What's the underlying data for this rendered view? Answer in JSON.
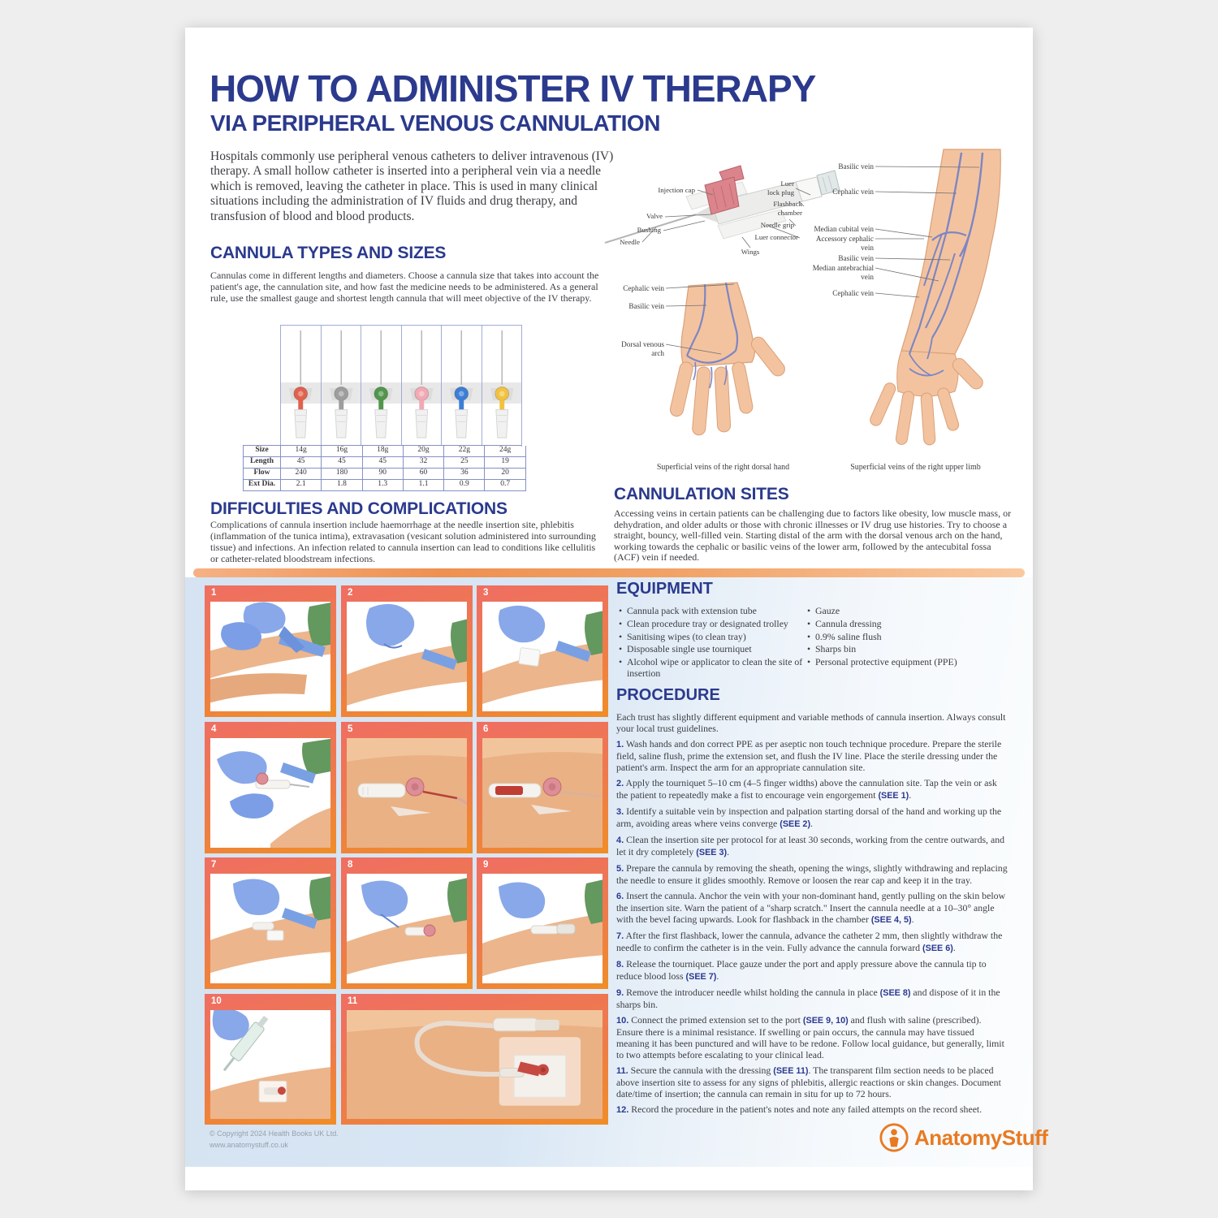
{
  "poster": {
    "title": "HOW TO ADMINISTER IV THERAPY",
    "subtitle": "VIA PERIPHERAL VENOUS CANNULATION",
    "intro": "Hospitals commonly use peripheral venous catheters to deliver intravenous (IV) therapy. A small hollow catheter is inserted into a peripheral vein via a needle which is removed, leaving the catheter in place. This is used in many clinical situations including the administration of IV fluids and drug therapy, and transfusion of blood and blood products."
  },
  "cannula_types": {
    "heading": "CANNULA TYPES AND SIZES",
    "body": "Cannulas come in different lengths and diameters. Choose a cannula size that takes into account the patient's age, the cannulation site, and how fast the medicine needs to be administered. As a general rule, use the smallest gauge and shortest length cannula that will meet objective of the IV therapy.",
    "table": {
      "row_headers": [
        "Size",
        "Length",
        "Flow",
        "Ext Dia."
      ],
      "sizes": [
        "14g",
        "16g",
        "18g",
        "20g",
        "22g",
        "24g"
      ],
      "lengths": [
        "45",
        "45",
        "45",
        "32",
        "25",
        "19"
      ],
      "flows": [
        "240",
        "180",
        "90",
        "60",
        "36",
        "20"
      ],
      "ext_dias": [
        "2.1",
        "1.8",
        "1.3",
        "1.1",
        "0.9",
        "0.7"
      ],
      "hub_colors": [
        "#e0614d",
        "#9d9d9d",
        "#51964c",
        "#f2a9b4",
        "#3c7ed6",
        "#f2c23e"
      ]
    }
  },
  "difficulties": {
    "heading": "DIFFICULTIES AND COMPLICATIONS",
    "body": "Complications of cannula insertion include haemorrhage at the needle insertion site, phlebitis (inflammation of the tunica intima), extravasation (vesicant solution administered into surrounding tissue) and infections. An infection related to cannula insertion can lead to conditions like cellulitis or catheter-related bloodstream infections."
  },
  "device_diagram": {
    "labels": [
      "Injection cap",
      "Valve",
      "Bushing",
      "Needle",
      "Wings",
      "Luer lock plug",
      "Flashback chamber",
      "Needle grip",
      "Luer connector"
    ]
  },
  "hand_diagram": {
    "labels": [
      "Cephalic vein",
      "Basilic vein",
      "Dorsal venous arch"
    ],
    "caption": "Superficial veins of the right dorsal hand"
  },
  "arm_diagram": {
    "labels": [
      "Basilic vein",
      "Cephalic vein",
      "Median cubital vein",
      "Accessory cephalic vein",
      "Basilic vein",
      "Median antebrachial vein",
      "Cephalic vein"
    ],
    "caption": "Superficial veins of the right upper limb"
  },
  "cannulation_sites": {
    "heading": "CANNULATION SITES",
    "body": "Accessing veins in certain patients can be challenging due to factors like obesity, low muscle mass, or dehydration, and older adults or those with chronic illnesses or IV drug use histories. Try to choose a straight, bouncy, well-filled vein. Starting distal of the arm with the dorsal venous arch on the hand, working towards the cephalic or basilic veins of the lower arm, followed by the antecubital fossa (ACF) vein if needed."
  },
  "equipment": {
    "heading": "EQUIPMENT",
    "items_col1": [
      "Cannula pack with extension tube",
      "Clean procedure tray or designated trolley",
      "Sanitising wipes (to clean tray)",
      "Disposable single use tourniquet",
      "Alcohol wipe or applicator to clean the site of insertion"
    ],
    "items_col2": [
      "Gauze",
      "Cannula dressing",
      "0.9% saline flush",
      "Sharps bin",
      "Personal protective equipment (PPE)"
    ]
  },
  "procedure": {
    "heading": "PROCEDURE",
    "intro": "Each trust has slightly different equipment and variable methods of cannula insertion. Always consult your local trust guidelines.",
    "steps": [
      {
        "n": "1.",
        "segs": [
          [
            "t",
            "Wash hands and don correct PPE as per aseptic non touch technique procedure. Prepare the sterile field, saline flush, prime the extension set, and flush the IV line. Place the sterile dressing under the patient's arm. Inspect the arm for an appropriate cannulation site."
          ]
        ]
      },
      {
        "n": "2.",
        "segs": [
          [
            "t",
            "Apply the tourniquet 5–10 cm (4–5 finger widths) above the cannulation site. Tap the vein or ask the patient to repeatedly make a fist to encourage vein engorgement "
          ],
          [
            "s",
            "(SEE 1)"
          ],
          [
            "t",
            "."
          ]
        ]
      },
      {
        "n": "3.",
        "segs": [
          [
            "t",
            "Identify a suitable vein by inspection and palpation starting dorsal of the hand and working up the arm, avoiding areas where veins converge "
          ],
          [
            "s",
            "(SEE 2)"
          ],
          [
            "t",
            "."
          ]
        ]
      },
      {
        "n": "4.",
        "segs": [
          [
            "t",
            "Clean the insertion site per protocol for at least 30 seconds, working from the centre outwards, and let it dry completely "
          ],
          [
            "s",
            "(SEE 3)"
          ],
          [
            "t",
            "."
          ]
        ]
      },
      {
        "n": "5.",
        "segs": [
          [
            "t",
            "Prepare the cannula by removing the sheath, opening the wings, slightly withdrawing and replacing the needle to ensure it glides smoothly. Remove or loosen the rear cap and keep it in the tray."
          ]
        ]
      },
      {
        "n": "6.",
        "segs": [
          [
            "t",
            "Insert the cannula. Anchor the vein with your non-dominant hand, gently pulling on the skin below the insertion site. Warn the patient of a \"sharp scratch.\" Insert the cannula needle at a 10–30° angle with the bevel facing upwards. Look for flashback in the chamber "
          ],
          [
            "s",
            "(SEE 4, 5)"
          ],
          [
            "t",
            "."
          ]
        ]
      },
      {
        "n": "7.",
        "segs": [
          [
            "t",
            "After the first flashback, lower the cannula, advance the catheter 2 mm, then slightly withdraw the needle to confirm the catheter is in the vein. Fully advance the cannula forward "
          ],
          [
            "s",
            "(SEE 6)"
          ],
          [
            "t",
            "."
          ]
        ]
      },
      {
        "n": "8.",
        "segs": [
          [
            "t",
            "Release the tourniquet. Place gauze under the port and apply pressure above the cannula tip to reduce blood loss "
          ],
          [
            "s",
            "(SEE 7)"
          ],
          [
            "t",
            "."
          ]
        ]
      },
      {
        "n": "9.",
        "segs": [
          [
            "t",
            "Remove the introducer needle whilst holding the cannula in place "
          ],
          [
            "s",
            "(SEE 8)"
          ],
          [
            "t",
            " and dispose of it in the sharps bin."
          ]
        ]
      },
      {
        "n": "10.",
        "segs": [
          [
            "t",
            "Connect the primed extension set to the port "
          ],
          [
            "s",
            "(SEE 9, 10)"
          ],
          [
            "t",
            " and flush with saline (prescribed). Ensure there is a minimal resistance. If swelling or pain occurs, the cannula may have tissued meaning it has been punctured and will have to be redone. Follow local guidance, but generally, limit to two attempts before escalating to your clinical lead."
          ]
        ]
      },
      {
        "n": "11.",
        "segs": [
          [
            "t",
            "Secure the cannula with the dressing "
          ],
          [
            "s",
            "(SEE 11)"
          ],
          [
            "t",
            ". The transparent film section needs to be placed above insertion site to assess for any signs of phlebitis, allergic reactions or skin changes. Document date/time of insertion; the cannula can remain in situ for up to 72 hours."
          ]
        ]
      },
      {
        "n": "12.",
        "segs": [
          [
            "t",
            "Record the procedure in the patient's notes and note any failed attempts on the record sheet."
          ]
        ]
      }
    ]
  },
  "panels": [
    {
      "n": "1",
      "scene": "s1"
    },
    {
      "n": "2",
      "scene": "s2"
    },
    {
      "n": "3",
      "scene": "s3"
    },
    {
      "n": "4",
      "scene": "s4"
    },
    {
      "n": "5",
      "scene": "s5"
    },
    {
      "n": "6",
      "scene": "s6"
    },
    {
      "n": "7",
      "scene": "s7"
    },
    {
      "n": "8",
      "scene": "s8"
    },
    {
      "n": "9",
      "scene": "s9"
    },
    {
      "n": "10",
      "scene": "s10"
    },
    {
      "n": "11",
      "scene": "s11",
      "wide": true
    }
  ],
  "footer": {
    "copyright_line1": "© Copyright 2024 Health Books UK Ltd.",
    "copyright_line2": "www.anatomystuff.co.uk",
    "brand": "AnatomyStuff"
  },
  "colors": {
    "heading_blue": "#2b3a8d",
    "see_ref_blue": "#2b3990",
    "panel_coral": "#ef6e62",
    "panel_orange": "#f08d27",
    "section_bg_blue": "#d9e7f4",
    "logo_orange": "#e87a22",
    "vein_blue": "#7d86c2",
    "skin": "#f3c3a0"
  }
}
